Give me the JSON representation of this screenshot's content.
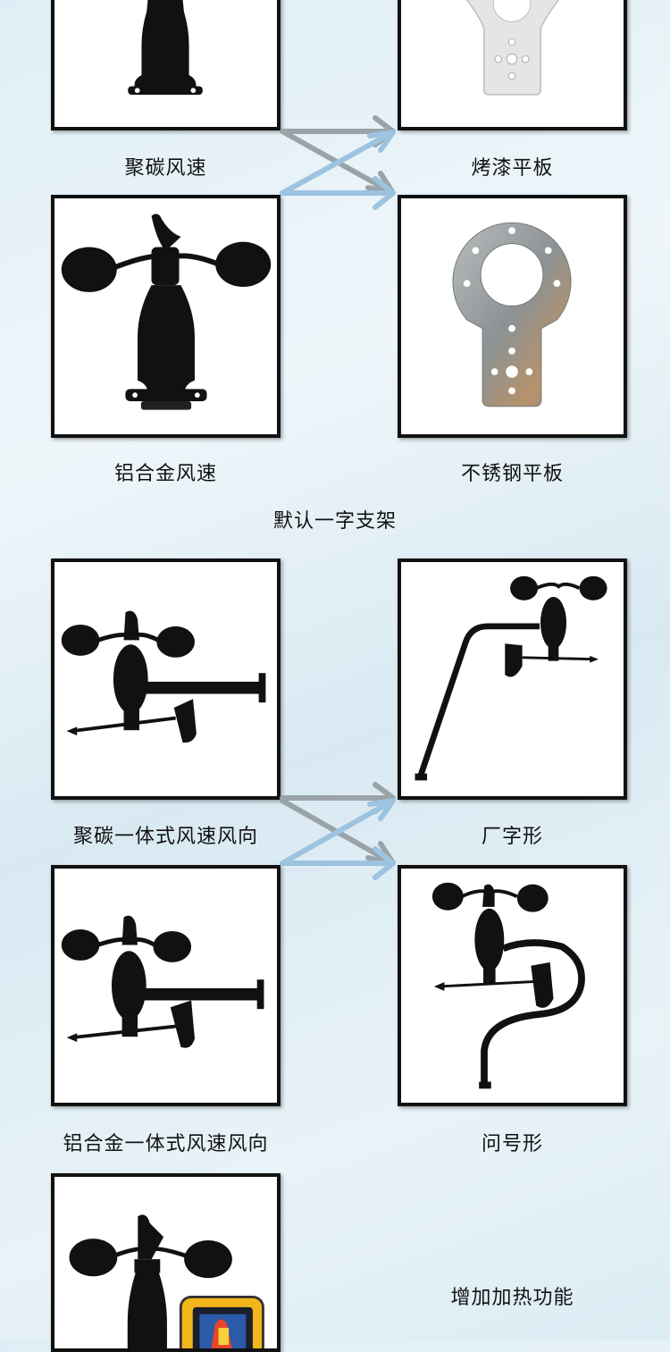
{
  "section1": {
    "caption_tl": "聚碳风速",
    "caption_tr": "烤漆平板",
    "caption_bl": "铝合金风速",
    "caption_br": "不锈钢平板",
    "note": "默认一字支架"
  },
  "section2": {
    "caption_tl": "聚碳一体式风速风向",
    "caption_tr": "厂字形",
    "caption_bl": "铝合金一体式风速风向",
    "caption_br": "问号形"
  },
  "section3": {
    "caption_right": "增加加热功能"
  },
  "colors": {
    "arrow_gray": "#9aa3a8",
    "arrow_blue": "#9cc3df",
    "frame": "#111111"
  },
  "icons": {
    "anemometer": "anemometer-image",
    "plate": "mounting-plate-image",
    "combo": "wind-speed-direction-sensor-image",
    "thermal": "thermal-camera-image"
  }
}
